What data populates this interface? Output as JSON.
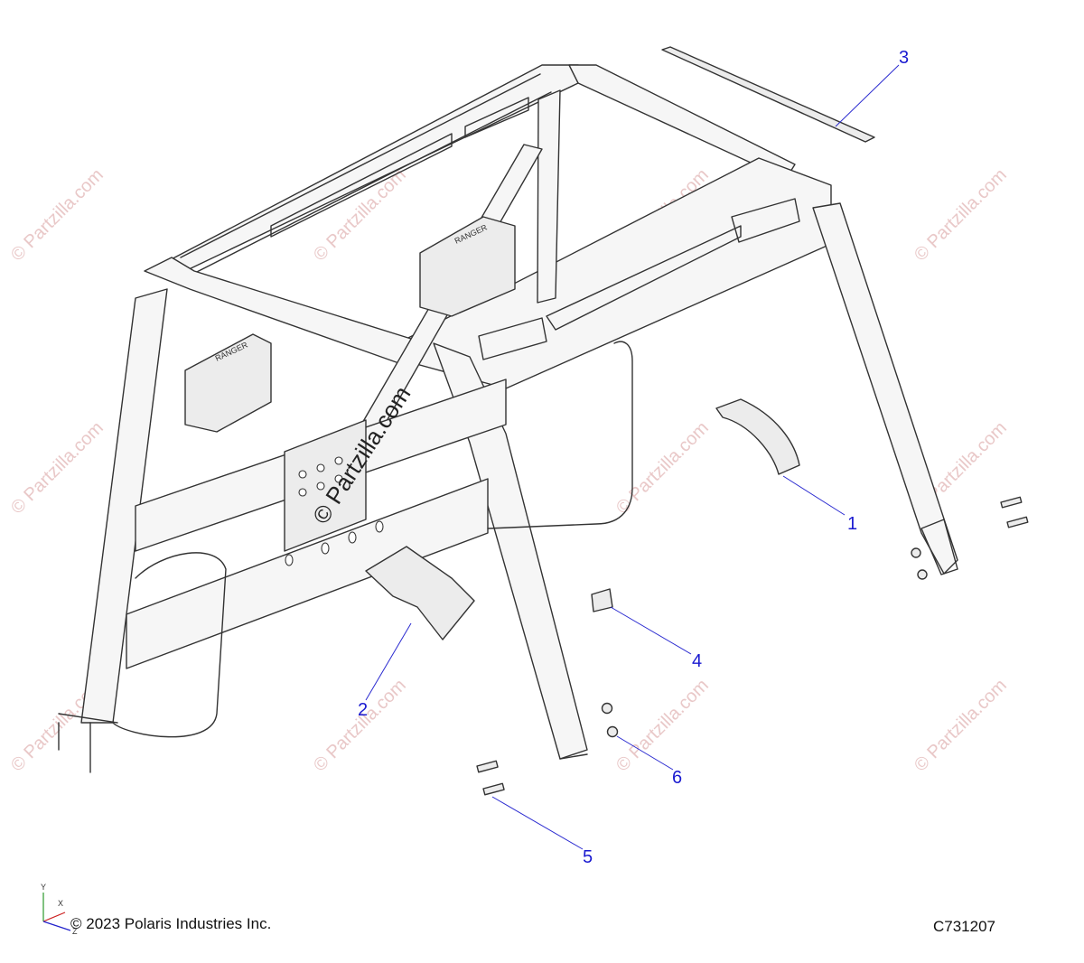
{
  "diagram": {
    "callouts": [
      {
        "label": "1"
      },
      {
        "label": "2"
      },
      {
        "label": "3"
      },
      {
        "label": "4"
      },
      {
        "label": "5"
      },
      {
        "label": "6"
      }
    ],
    "watermark_text": "© Partzilla.com",
    "center_watermark_text": "© Partzilla.com",
    "rack_badge_text": "RANGER"
  },
  "axes": {
    "y": "Y",
    "x": "X",
    "z": "Z"
  },
  "footer": {
    "copyright": "© 2023 Polaris Industries Inc.",
    "drawing_id": "C731207"
  },
  "colors": {
    "callout": "#1a1ad0",
    "watermark": "#e9c8c8",
    "line": "#333333"
  }
}
